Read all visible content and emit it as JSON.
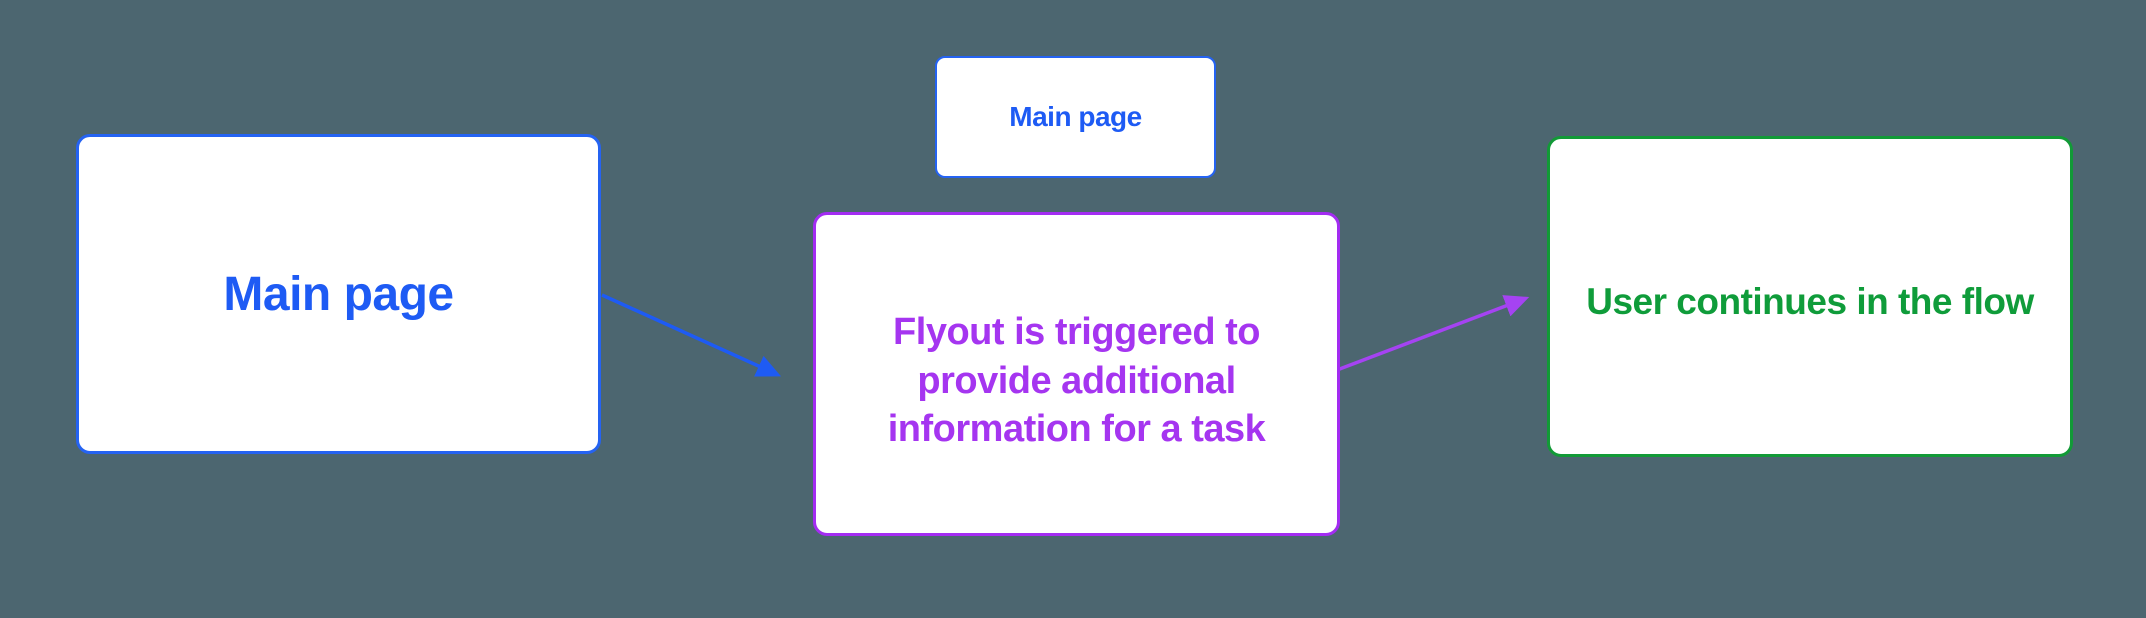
{
  "diagram": {
    "background_color": "#4c6670",
    "nodes": {
      "main_page": {
        "label": "Main page",
        "text_color": "#1e5bf4",
        "border_color": "#2563f2",
        "fill_color": "#ffffff"
      },
      "main_page_small": {
        "label": "Main page",
        "text_color": "#1e5bf4",
        "border_color": "#2563f2",
        "fill_color": "#ffffff"
      },
      "flyout": {
        "label": "Flyout is triggered to provide additional information for a task",
        "text_color": "#a535f0",
        "border_color": "#a32cf2",
        "fill_color": "#ffffff"
      },
      "user_continues": {
        "label": "User continues in the flow",
        "text_color": "#0f9c3a",
        "border_color": "#129a37",
        "fill_color": "#ffffff"
      }
    },
    "arrows": {
      "main_to_flyout": {
        "color": "#1e5bf4",
        "direction": "down-right"
      },
      "flyout_to_continue": {
        "color": "#a543f2",
        "direction": "up-right"
      }
    }
  }
}
